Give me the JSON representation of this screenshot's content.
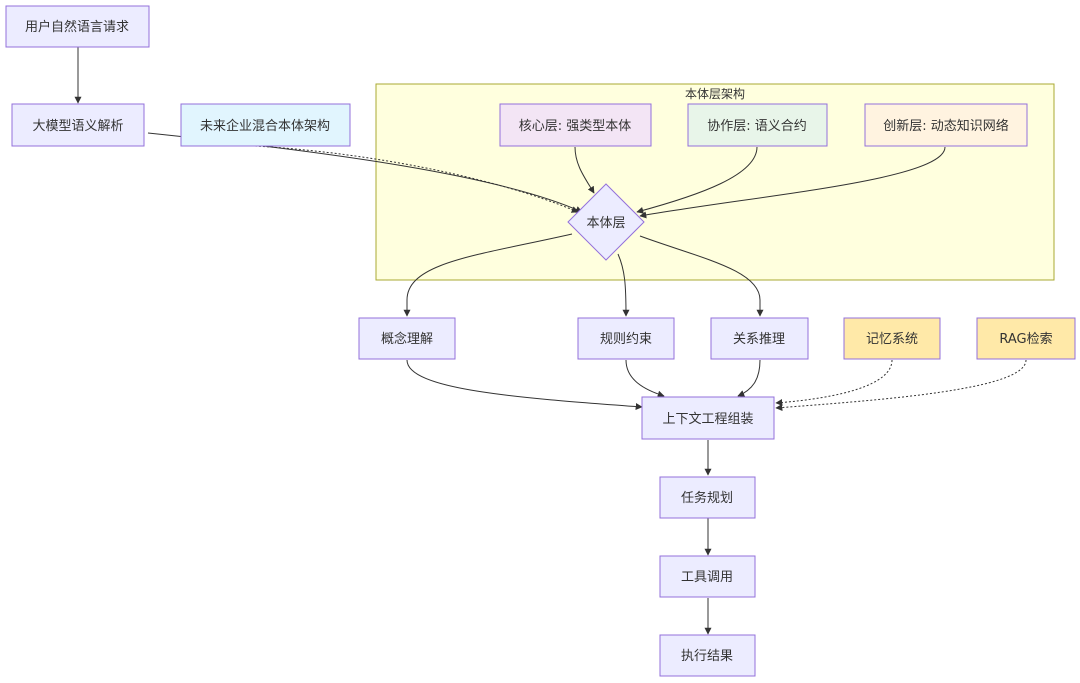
{
  "diagram": {
    "group": {
      "title": "本体层架构"
    },
    "nodes": {
      "user_request": {
        "label": "用户自然语言请求"
      },
      "llm_parse": {
        "label": "大模型语义解析"
      },
      "future_arch": {
        "label": "未来企业混合本体架构"
      },
      "core_layer": {
        "label": "核心层: 强类型本体"
      },
      "collab_layer": {
        "label": "协作层: 语义合约"
      },
      "innov_layer": {
        "label": "创新层: 动态知识网络"
      },
      "ontology": {
        "label": "本体层"
      },
      "concept": {
        "label": "概念理解"
      },
      "rules": {
        "label": "规则约束"
      },
      "relation": {
        "label": "关系推理"
      },
      "memory": {
        "label": "记忆系统"
      },
      "rag": {
        "label": "RAG检索"
      },
      "context": {
        "label": "上下文工程组装"
      },
      "planning": {
        "label": "任务规划"
      },
      "tools": {
        "label": "工具调用"
      },
      "result": {
        "label": "执行结果"
      }
    }
  },
  "colors": {
    "default_fill": "#ececff",
    "default_stroke": "#9370db",
    "future_fill": "#e1f5fe",
    "core_fill": "#f3e5f5",
    "collab_fill": "#e8f5e9",
    "innov_fill": "#fff3e0",
    "support_fill": "#ffe9a8",
    "group_fill": "#ffffde",
    "group_stroke": "#aaaa33",
    "edge": "#333333",
    "text": "#333333"
  }
}
